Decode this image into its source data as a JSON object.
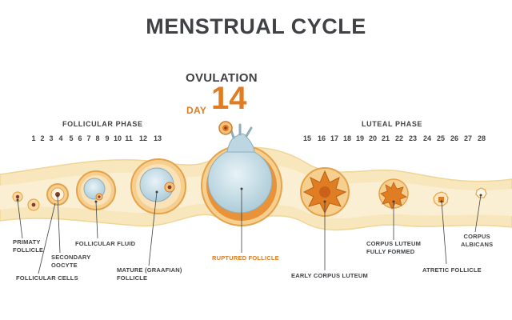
{
  "title": "MENSTRUAL CYCLE",
  "ovulation": {
    "label": "OVULATION",
    "day_prefix": "DAY",
    "day_number": "14"
  },
  "phases": {
    "follicular": "FOLLICULAR  PHASE",
    "luteal": "LUTEAL PHASE"
  },
  "follicular_days": [
    "1",
    "2",
    "3",
    "4",
    "5",
    "6",
    "7",
    "8",
    "9",
    "10",
    "11",
    "12",
    "13"
  ],
  "luteal_days": [
    "15",
    "16",
    "17",
    "18",
    "19",
    "20",
    "21",
    "22",
    "23",
    "24",
    "25",
    "26",
    "27",
    "28"
  ],
  "labels": {
    "primary_follicle": "PRIMATY\nFOLLICLE",
    "secondary_oocyte": "SECONDARY\nOOCYTE",
    "follicular_fluid": "FOLLICULAR FLUID",
    "follicular_cells": "FOLLICULAR CELLS",
    "mature_follicle": "MATURE (GRAAFIAN)\nFOLLICLE",
    "ruptured_follicle": "RUPTURED FOLLICLE",
    "early_corpus_luteum": "EARLY CORPUS LUTEUM",
    "corpus_luteum_formed": "CORPUS LUTEUM\nFULLY FORMED",
    "atretic_follicle": "ATRETIC FOLLICLE",
    "corpus_albicans": "CORPUS\nALBICANS"
  },
  "colors": {
    "band": "#f8e6bd",
    "band_edge": "#f1d596",
    "accent": "#e07c22",
    "fluid": "#cfe3ec",
    "text": "#3f4144"
  }
}
